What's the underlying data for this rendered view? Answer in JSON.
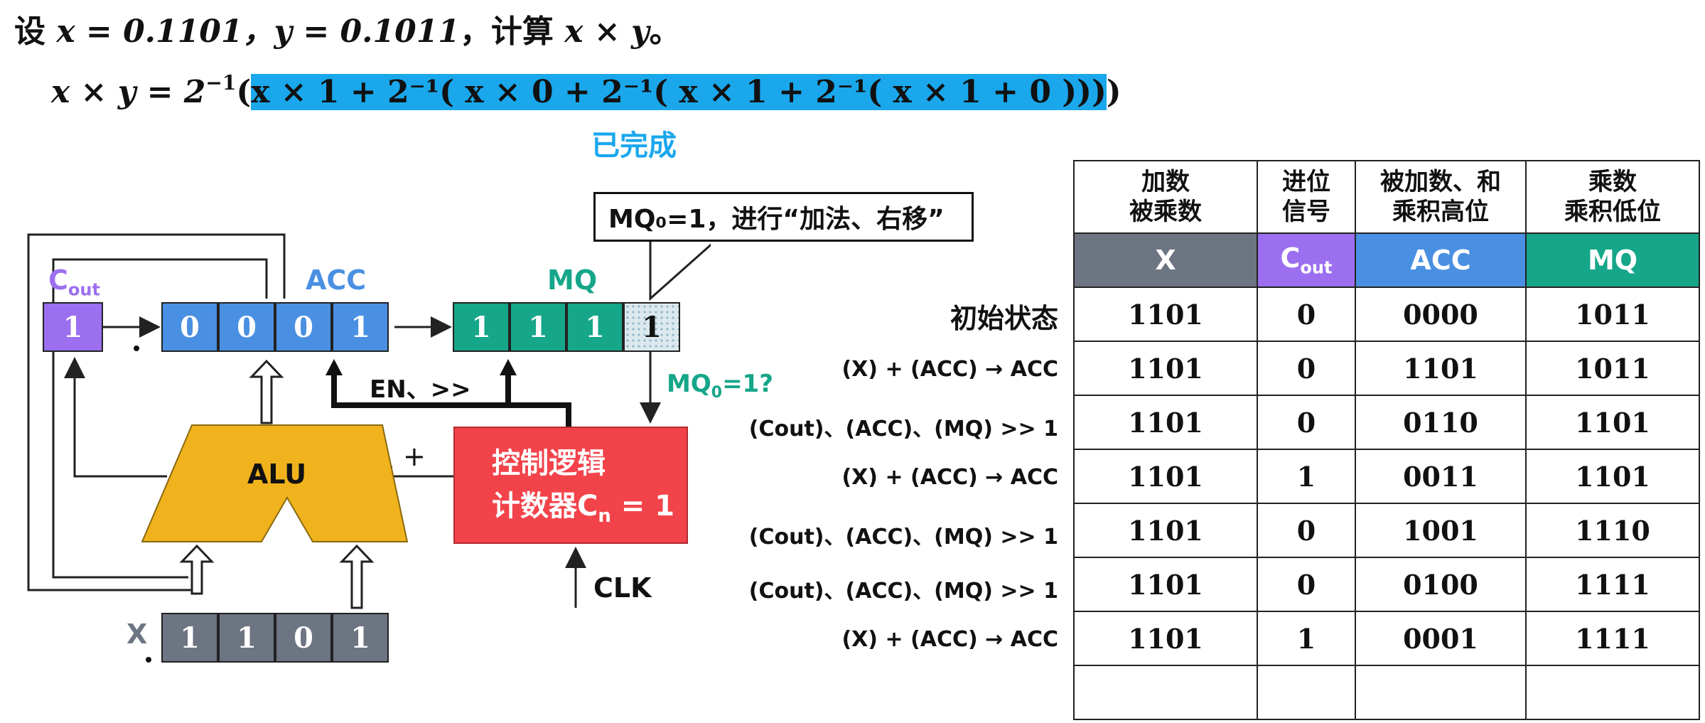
{
  "title": {
    "prefix": "设",
    "math": "x = 0.1101，y = 0.1011",
    "mid": "，计算",
    "math2": "x × y",
    "suffix": "。"
  },
  "formula": {
    "lhs": "x × y  = 2",
    "exp": "−1",
    "open": "(",
    "highlighted": "x × 1 + 2⁻¹( x × 0 + 2⁻¹( x × 1 + 2⁻¹( x × 1 + 0 )))",
    "close": ")"
  },
  "status_label": "已完成",
  "diagram": {
    "cout_label": "C",
    "cout_sub": "out",
    "cout_value": "1",
    "acc_label": "ACC",
    "acc_bits": [
      "0",
      "0",
      "0",
      "1"
    ],
    "mq_label": "MQ",
    "mq_bits": [
      "1",
      "1",
      "1",
      "1"
    ],
    "x_label": "X",
    "x_bits": [
      "1",
      "1",
      "0",
      "1"
    ],
    "alu_label": "ALU",
    "plus_label": "+",
    "en_label": "EN、>>",
    "mq0_check": "MQ",
    "mq0_check_sub": "0",
    "mq0_check_rest": "=1?",
    "callout": "MQ₀=1，进行“加法、右移”",
    "control_line1": "控制逻辑",
    "control_line2": "计数器C",
    "control_sub": "n",
    "control_eq": " = 1",
    "clk_label": "CLK",
    "colors": {
      "acc": "#4a90e2",
      "mq": "#16a689",
      "x": "#6d7482",
      "cout": "#9b6ff0",
      "alu": "#f0b21d",
      "control": "#f2434b",
      "highlight": "#1aa7ec"
    }
  },
  "table": {
    "headers": [
      "加数\n被乘数",
      "进位\n信号",
      "被加数、和\n乘积高位",
      "乘数\n乘积低位"
    ],
    "columns": [
      "X",
      "C",
      "ACC",
      "MQ"
    ],
    "cout_sub": "out",
    "rows": [
      {
        "label": "初始状态",
        "x": "1101",
        "cout": "0",
        "acc": "0000",
        "mq": "1011"
      },
      {
        "label": "(X) + (ACC) → ACC",
        "x": "1101",
        "cout": "0",
        "acc": "1101",
        "mq": "1011"
      },
      {
        "label": "(Cout)、(ACC)、(MQ) >> 1",
        "x": "1101",
        "cout": "0",
        "acc": "0110",
        "mq": "1101"
      },
      {
        "label": "(X) + (ACC) → ACC",
        "x": "1101",
        "cout": "1",
        "acc": "0011",
        "mq": "1101"
      },
      {
        "label": "(Cout)、(ACC)、(MQ) >> 1",
        "x": "1101",
        "cout": "0",
        "acc": "1001",
        "mq": "1110"
      },
      {
        "label": "(Cout)、(ACC)、(MQ) >> 1",
        "x": "1101",
        "cout": "0",
        "acc": "0100",
        "mq": "1111"
      },
      {
        "label": "(X) + (ACC) → ACC",
        "x": "1101",
        "cout": "1",
        "acc": "0001",
        "mq": "1111"
      },
      {
        "label": "",
        "x": "",
        "cout": "",
        "acc": "",
        "mq": ""
      }
    ]
  }
}
